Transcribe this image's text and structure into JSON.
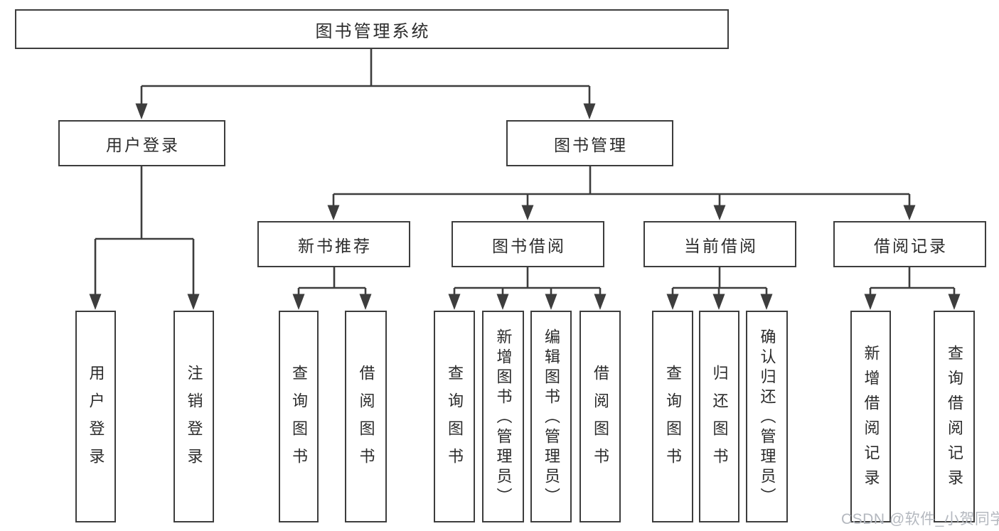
{
  "colors": {
    "line": "#3d3d3d",
    "box_border": "#3d3d3d",
    "box_background": "#ffffff",
    "text": "#2b2b2b",
    "watermark_text": "#b4b8bf",
    "background": "#ffffff"
  },
  "watermark": {
    "text": "CSDN @软件_小贺同学"
  },
  "tree": {
    "label": "图书管理系统",
    "children": [
      {
        "label": "用户登录",
        "children": [
          {
            "label": "用户登录"
          },
          {
            "label": "注销登录"
          }
        ]
      },
      {
        "label": "图书管理",
        "children": [
          {
            "label": "新书推荐",
            "children": [
              {
                "label": "查询图书"
              },
              {
                "label": "借阅图书"
              }
            ]
          },
          {
            "label": "图书借阅",
            "children": [
              {
                "label": "查询图书"
              },
              {
                "label": "新增图书（管理员）"
              },
              {
                "label": "编辑图书（管理员）"
              },
              {
                "label": "借阅图书"
              }
            ]
          },
          {
            "label": "当前借阅",
            "children": [
              {
                "label": "查询图书"
              },
              {
                "label": "归还图书"
              },
              {
                "label": "确认归还（管理员）"
              }
            ]
          },
          {
            "label": "借阅记录",
            "children": [
              {
                "label": "新增借阅记录"
              },
              {
                "label": "查询借阅记录"
              }
            ]
          }
        ]
      }
    ]
  }
}
